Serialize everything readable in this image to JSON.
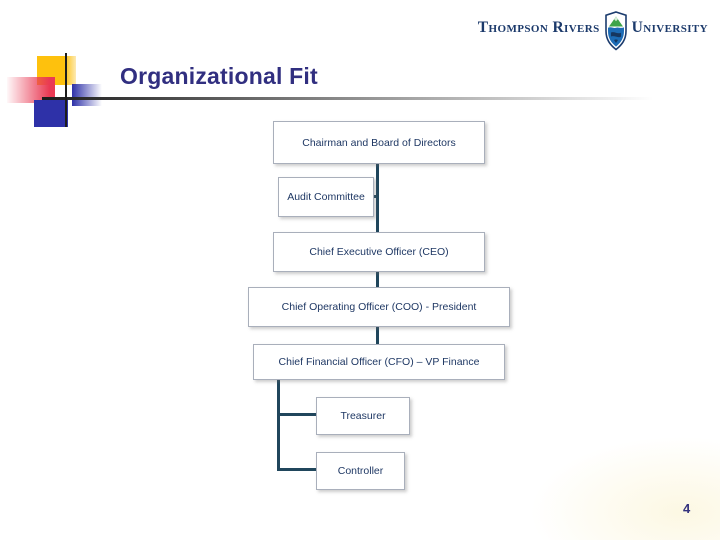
{
  "slide": {
    "title": "Organizational Fit",
    "page_number": "4",
    "title_color": "#312f80",
    "background_color": "#ffffff"
  },
  "logo": {
    "text_left": "Thompson Rivers",
    "text_right": "University",
    "text_color": "#1c3a6b",
    "shield_colors": {
      "outline": "#1c3c6e",
      "mountain_green": "#3ea44a",
      "river_blue": "#1c6bb5"
    }
  },
  "decoration": {
    "yellow_square": "#fec10d",
    "red_square": "#e93a54",
    "blue_square": "#2e31a8",
    "crosshair_line": "#1c1c1c",
    "underline_gradient": [
      "#1c1c1c",
      "#cfcfcf"
    ]
  },
  "chart_data": {
    "type": "org-chart",
    "connector_color": "#20465c",
    "box_text_color": "#1f3864",
    "nodes": [
      {
        "id": "board",
        "label": "Chairman and Board of Directors",
        "reports_to": null
      },
      {
        "id": "audit",
        "label": "Audit Committee",
        "reports_to": "board",
        "relation": "side-branch"
      },
      {
        "id": "ceo",
        "label": "Chief Executive Officer (CEO)",
        "reports_to": "board"
      },
      {
        "id": "coo",
        "label": "Chief Operating Officer (COO) - President",
        "reports_to": "ceo"
      },
      {
        "id": "cfo",
        "label": "Chief Financial Officer (CFO) – VP Finance",
        "reports_to": "coo"
      },
      {
        "id": "treasurer",
        "label": "Treasurer",
        "reports_to": "cfo"
      },
      {
        "id": "controller",
        "label": "Controller",
        "reports_to": "cfo"
      }
    ]
  }
}
